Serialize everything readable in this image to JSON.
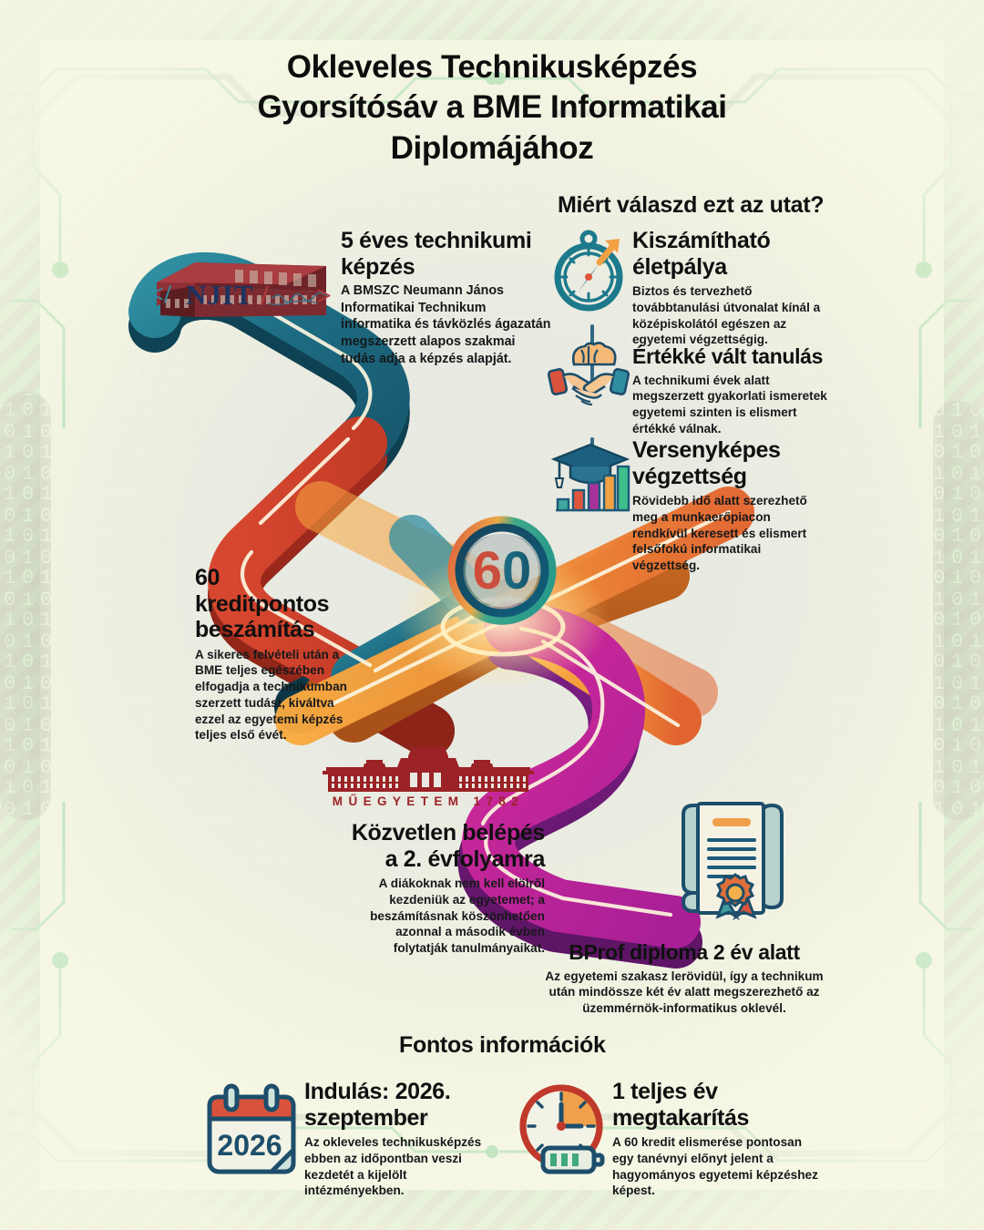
{
  "title": {
    "line1": "Okleveles Technikusképzés",
    "line2": "Gyorsítósáv a BME Informatikai",
    "line3": "Diplomájához"
  },
  "sections": {
    "why_heading": "Miért válaszd ezt az utat?",
    "info_heading": "Fontos információk"
  },
  "steps": [
    {
      "id": "technikum",
      "title": "5 éves technikumi képzés",
      "body": "A BMSZC Neumann János Informatikai Technikum informatika és távközlés ágazatán megszerzett alapos szakmai tudás adja a képzés alapját.",
      "logo_text": "NJIT",
      "logo_code_open": "</",
      "logo_code_close": ">",
      "logo_slash": "/",
      "logo_signature": "J. v. Neumann"
    },
    {
      "id": "kredit",
      "title": "60 kreditpontos beszámítás",
      "body": "A sikeres felvételi után a BME teljes egészében elfogadja a technikumban szerzett tudást, kiváltva ezzel az egyetemi képzés teljes első évét."
    },
    {
      "id": "belepes",
      "title": "Közvetlen belépés a 2. évfolyamra",
      "body": "A diákoknak nem kell elölről kezdeniük az egyetemet; a beszámításnak köszönhetően azonnal a második évben folytatják tanulmányaikat.",
      "building_label": "MŰEGYETEM 1782"
    },
    {
      "id": "bprof",
      "title": "BProf diploma 2 év alatt",
      "body": "Az egyetemi szakasz lerövidül, így a technikum után mindössze két év alatt megszerezhető az üzemmérnök-informatikus oklevél."
    }
  ],
  "benefits": [
    {
      "icon": "compass-icon",
      "title": "Kiszámítható életpálya",
      "body": "Biztos és tervezhető továbbtanulási útvonalat kínál a középiskolától egészen az egyetemi végzettségig."
    },
    {
      "icon": "handshake-brain-icon",
      "title": "Értékké vált tanulás",
      "body": "A technikumi évek alatt megszerzett gyakorlati ismeretek egyetemi szinten is elismert értékké válnak."
    },
    {
      "icon": "graduation-cap-chart-icon",
      "title": "Versenyképes végzettség",
      "body": "Rövidebb idő alatt szerezhető meg a munkaerőpiacon rendkívül keresett és elismert felsőfokú informatikai végzettség."
    }
  ],
  "info_items": [
    {
      "icon": "calendar-icon",
      "badge_value": "2026",
      "title": "Indulás: 2026. szeptember",
      "body": "Az okleveles technikusképzés ebben az időpontban veszi kezdetét a kijelölt intézményekben."
    },
    {
      "icon": "clock-battery-icon",
      "title": "1 teljes év megtakarítás",
      "body": "A 60 kredit elismerése pontosan egy tanévnyi előnyt jelent a hagyományos egyetemi képzéshez képest."
    }
  ],
  "road": {
    "badge_value": "60",
    "segment_colors": [
      "#1b6075",
      "#2d7f93",
      "#d1462f",
      "#e8743a",
      "#f4a23c",
      "#c1238f",
      "#8e2aa0"
    ]
  },
  "colors": {
    "background": "#e9eae1",
    "border_circuit": "#a8ddb0",
    "title_text": "#0d0d0d",
    "accent_teal": "#1b6075",
    "accent_red": "#c93a2a",
    "accent_orange": "#f4a23c",
    "accent_magenta": "#c1238f",
    "bme_red": "#9b2226",
    "njit_navy": "#1d3461"
  }
}
